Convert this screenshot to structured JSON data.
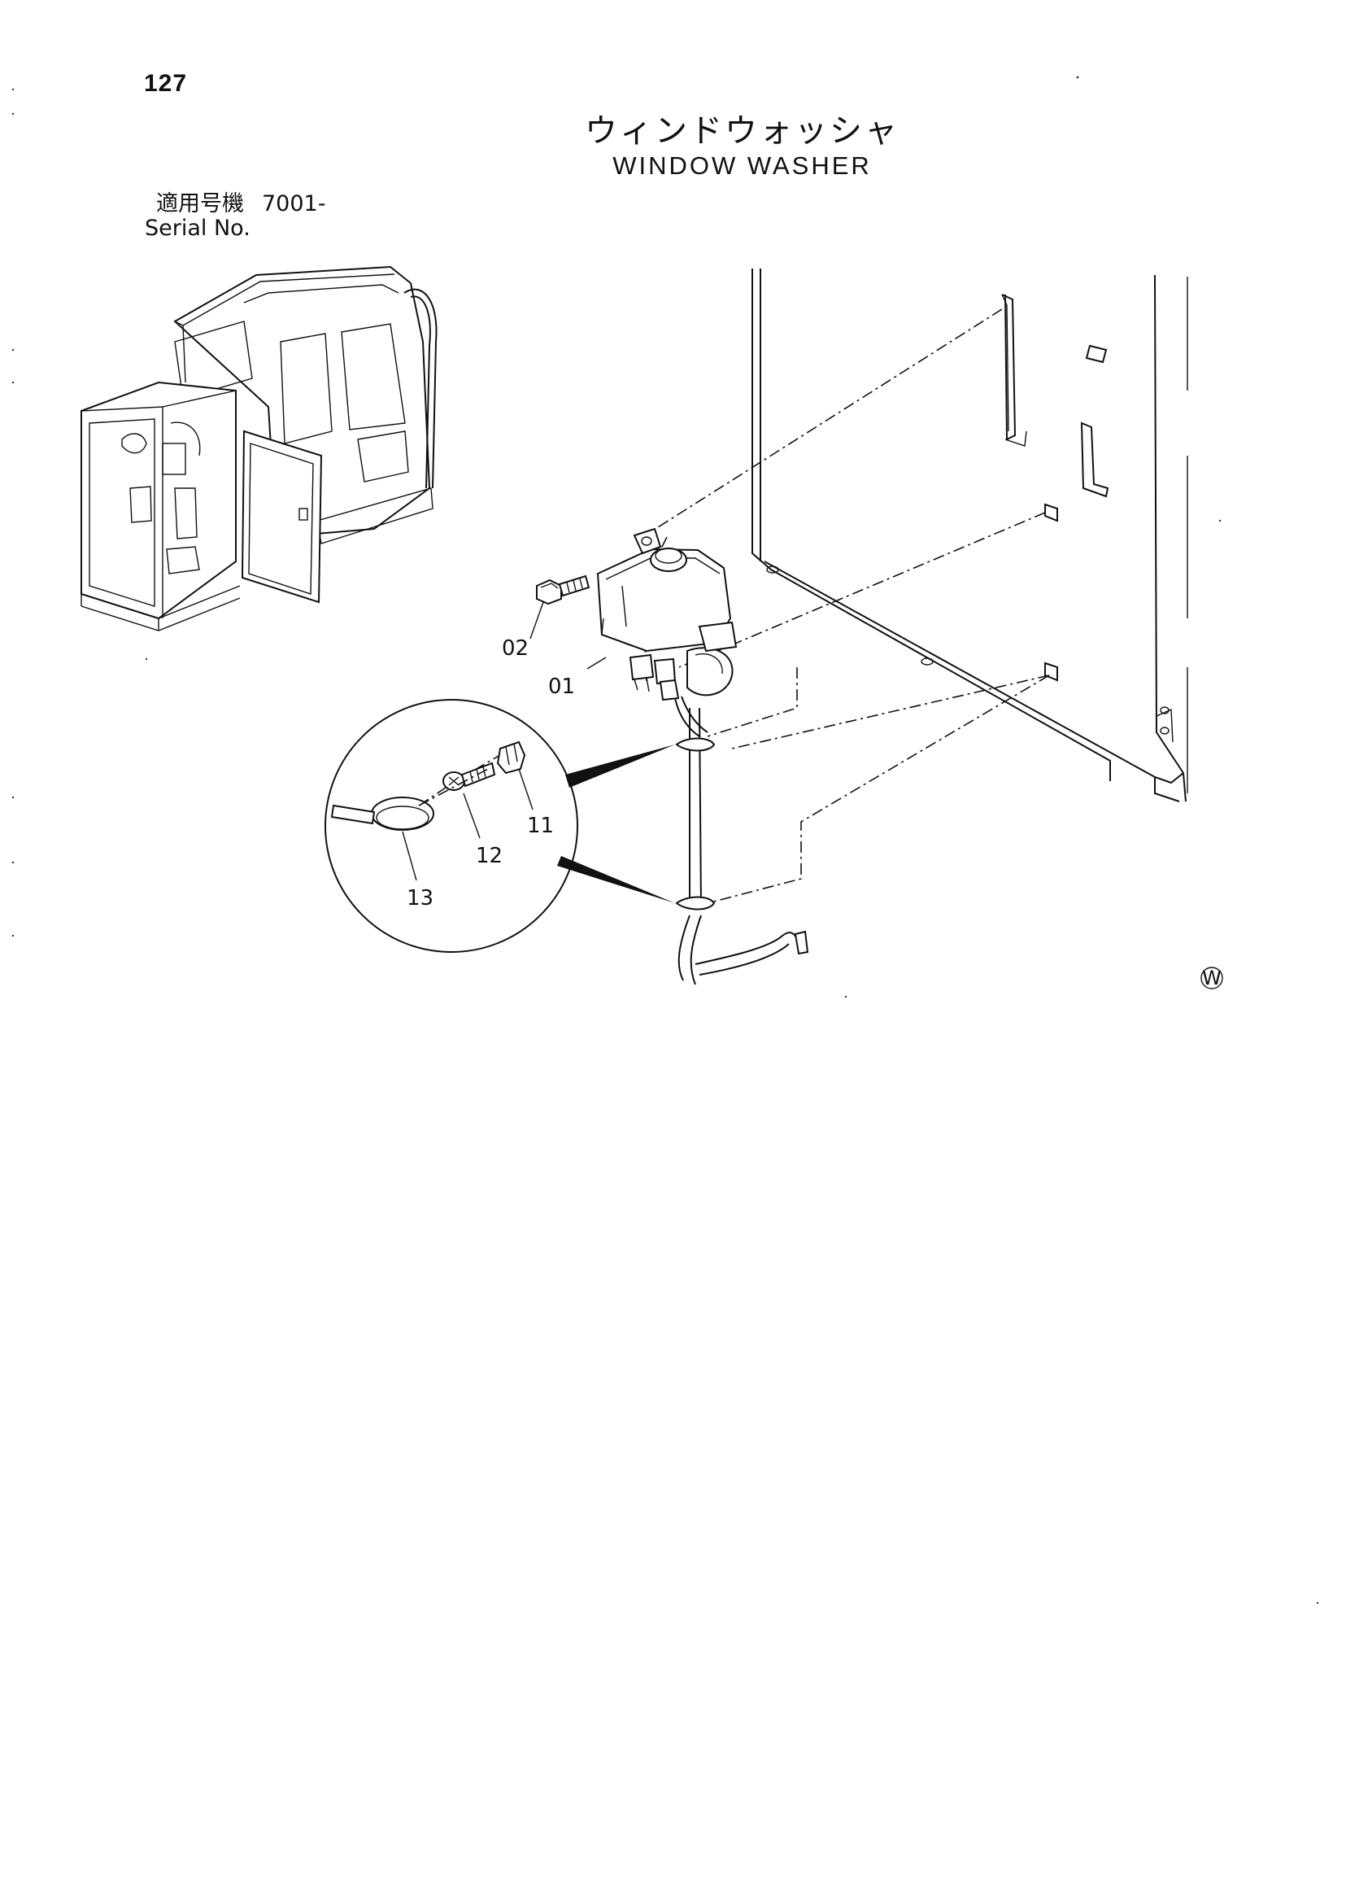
{
  "page_number": "127",
  "title_jp": "ウィンドウォッシャ",
  "title_en": "WINDOW WASHER",
  "serial": {
    "label_jp": "適用号機",
    "value": "7001-",
    "label_en": "Serial No."
  },
  "callouts": {
    "c01": "01",
    "c02": "02",
    "c11": "11",
    "c12": "12",
    "c13": "13"
  },
  "corner_mark": "W"
}
